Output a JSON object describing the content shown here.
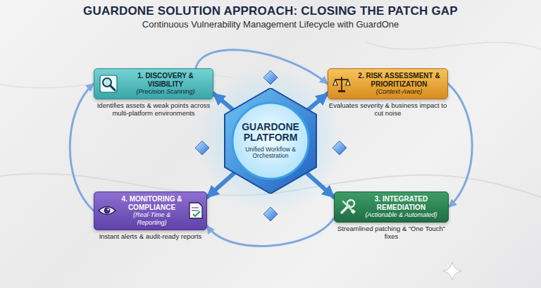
{
  "diagram": {
    "title": "GUARDONE SOLUTION APPROACH: CLOSING THE PATCH GAP",
    "caption": "Continuous Vulnerability Management Lifecycle with GuardOne",
    "nodes": [
      {
        "text": [
          "1. DISCOVERY & VISIBILITY",
          "(Precision Scanning)",
          "Identifies assets & weak points across multi-platform environments"
        ]
      },
      {
        "text": [
          "2. RISK ASSESSMENT & PRIORITIZATION",
          "(Context-Aware)",
          "Evaluates severity & business impact to cut noise"
        ]
      },
      {
        "text": [
          "GUARDONE PLATFORM",
          "Unified Workflow & Orchestration"
        ]
      },
      {
        "text": [
          "4. MONITORING & COMPLIANCE",
          "(Real-Time & Reporting)",
          "Instant alerts & audit-ready reports"
        ]
      },
      {
        "text": [
          "3. INTEGRATED REMEDIATION",
          "(Actionable & Automated)",
          "Streamlined patching & “One Touch” fixes"
        ]
      }
    ],
    "edges": [
      {
        "from": 0,
        "to": 1,
        "arrow": "to"
      },
      {
        "from": 1,
        "to": 4,
        "arrow": "to"
      },
      {
        "from": 4,
        "to": 3,
        "arrow": "to"
      },
      {
        "from": 3,
        "to": 0,
        "arrow": "to"
      },
      {
        "from": 2,
        "to": 0,
        "arrow": "to"
      },
      {
        "from": 2,
        "to": 1,
        "arrow": "to"
      },
      {
        "from": 2,
        "to": 3,
        "arrow": "to"
      },
      {
        "from": 2,
        "to": 4,
        "arrow": "to"
      }
    ]
  }
}
